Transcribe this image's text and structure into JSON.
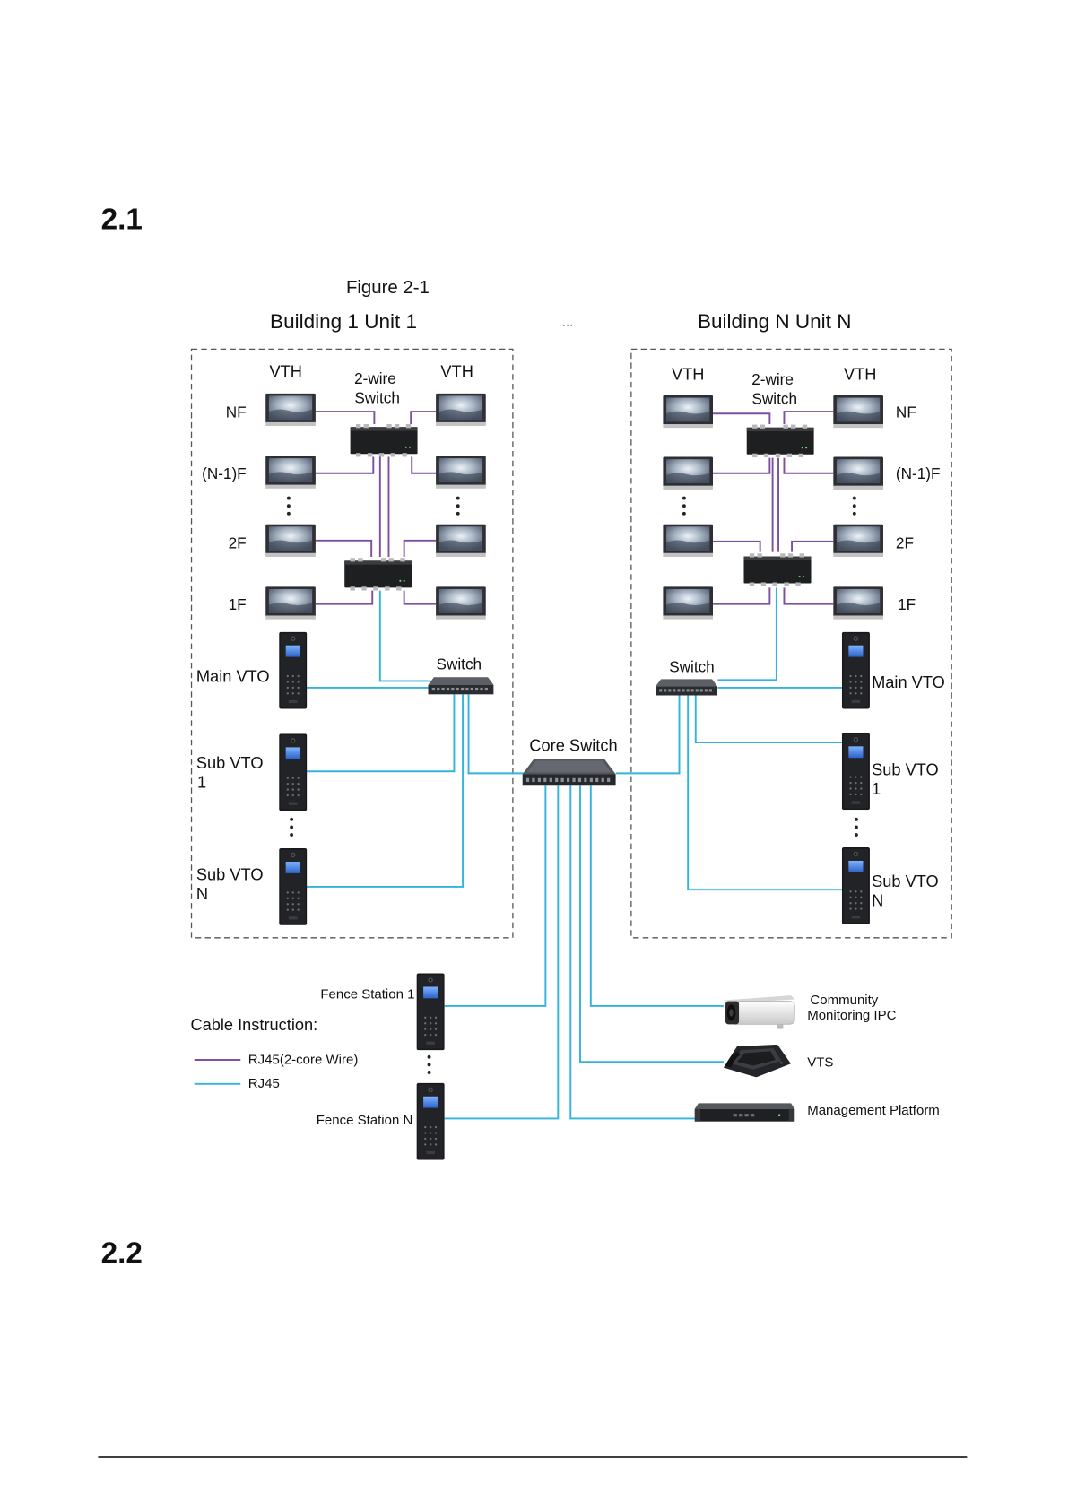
{
  "sections": {
    "first": "2.1",
    "second": "2.2"
  },
  "figure": {
    "caption": "Figure 2-1",
    "ellipsis": "...",
    "core_switch": "Core Switch",
    "buildings": [
      {
        "title": "Building 1 Unit 1",
        "vth_left": "VTH",
        "vth_right": "VTH",
        "two_wire_switch": [
          "2-wire",
          "Switch"
        ],
        "floors": [
          "NF",
          "(N-1)F",
          "2F",
          "1F"
        ],
        "access_switch": "Switch",
        "main_vto": "Main VTO",
        "sub_vto_1": [
          "Sub VTO",
          "1"
        ],
        "sub_vto_n": [
          "Sub VTO",
          "N"
        ]
      },
      {
        "title": "Building N Unit N",
        "vth_left": "VTH",
        "vth_right": "VTH",
        "two_wire_switch": [
          "2-wire",
          "Switch"
        ],
        "floors": [
          "NF",
          "(N-1)F",
          "2F",
          "1F"
        ],
        "access_switch": "Switch",
        "main_vto": "Main VTO",
        "sub_vto_1": [
          "Sub VTO",
          "1"
        ],
        "sub_vto_n": [
          "Sub VTO",
          "N"
        ]
      }
    ],
    "fence_stations": [
      "Fence Station 1",
      "Fence Station N"
    ],
    "devices": {
      "ipc": [
        "Community",
        "Monitoring IPC"
      ],
      "vts": "VTS",
      "platform": "Management Platform"
    },
    "legend": {
      "title": "Cable Instruction:",
      "items": [
        {
          "label": "RJ45(2-core Wire)",
          "color": "#7d519f"
        },
        {
          "label": "RJ45",
          "color": "#33b4dc"
        }
      ]
    }
  }
}
